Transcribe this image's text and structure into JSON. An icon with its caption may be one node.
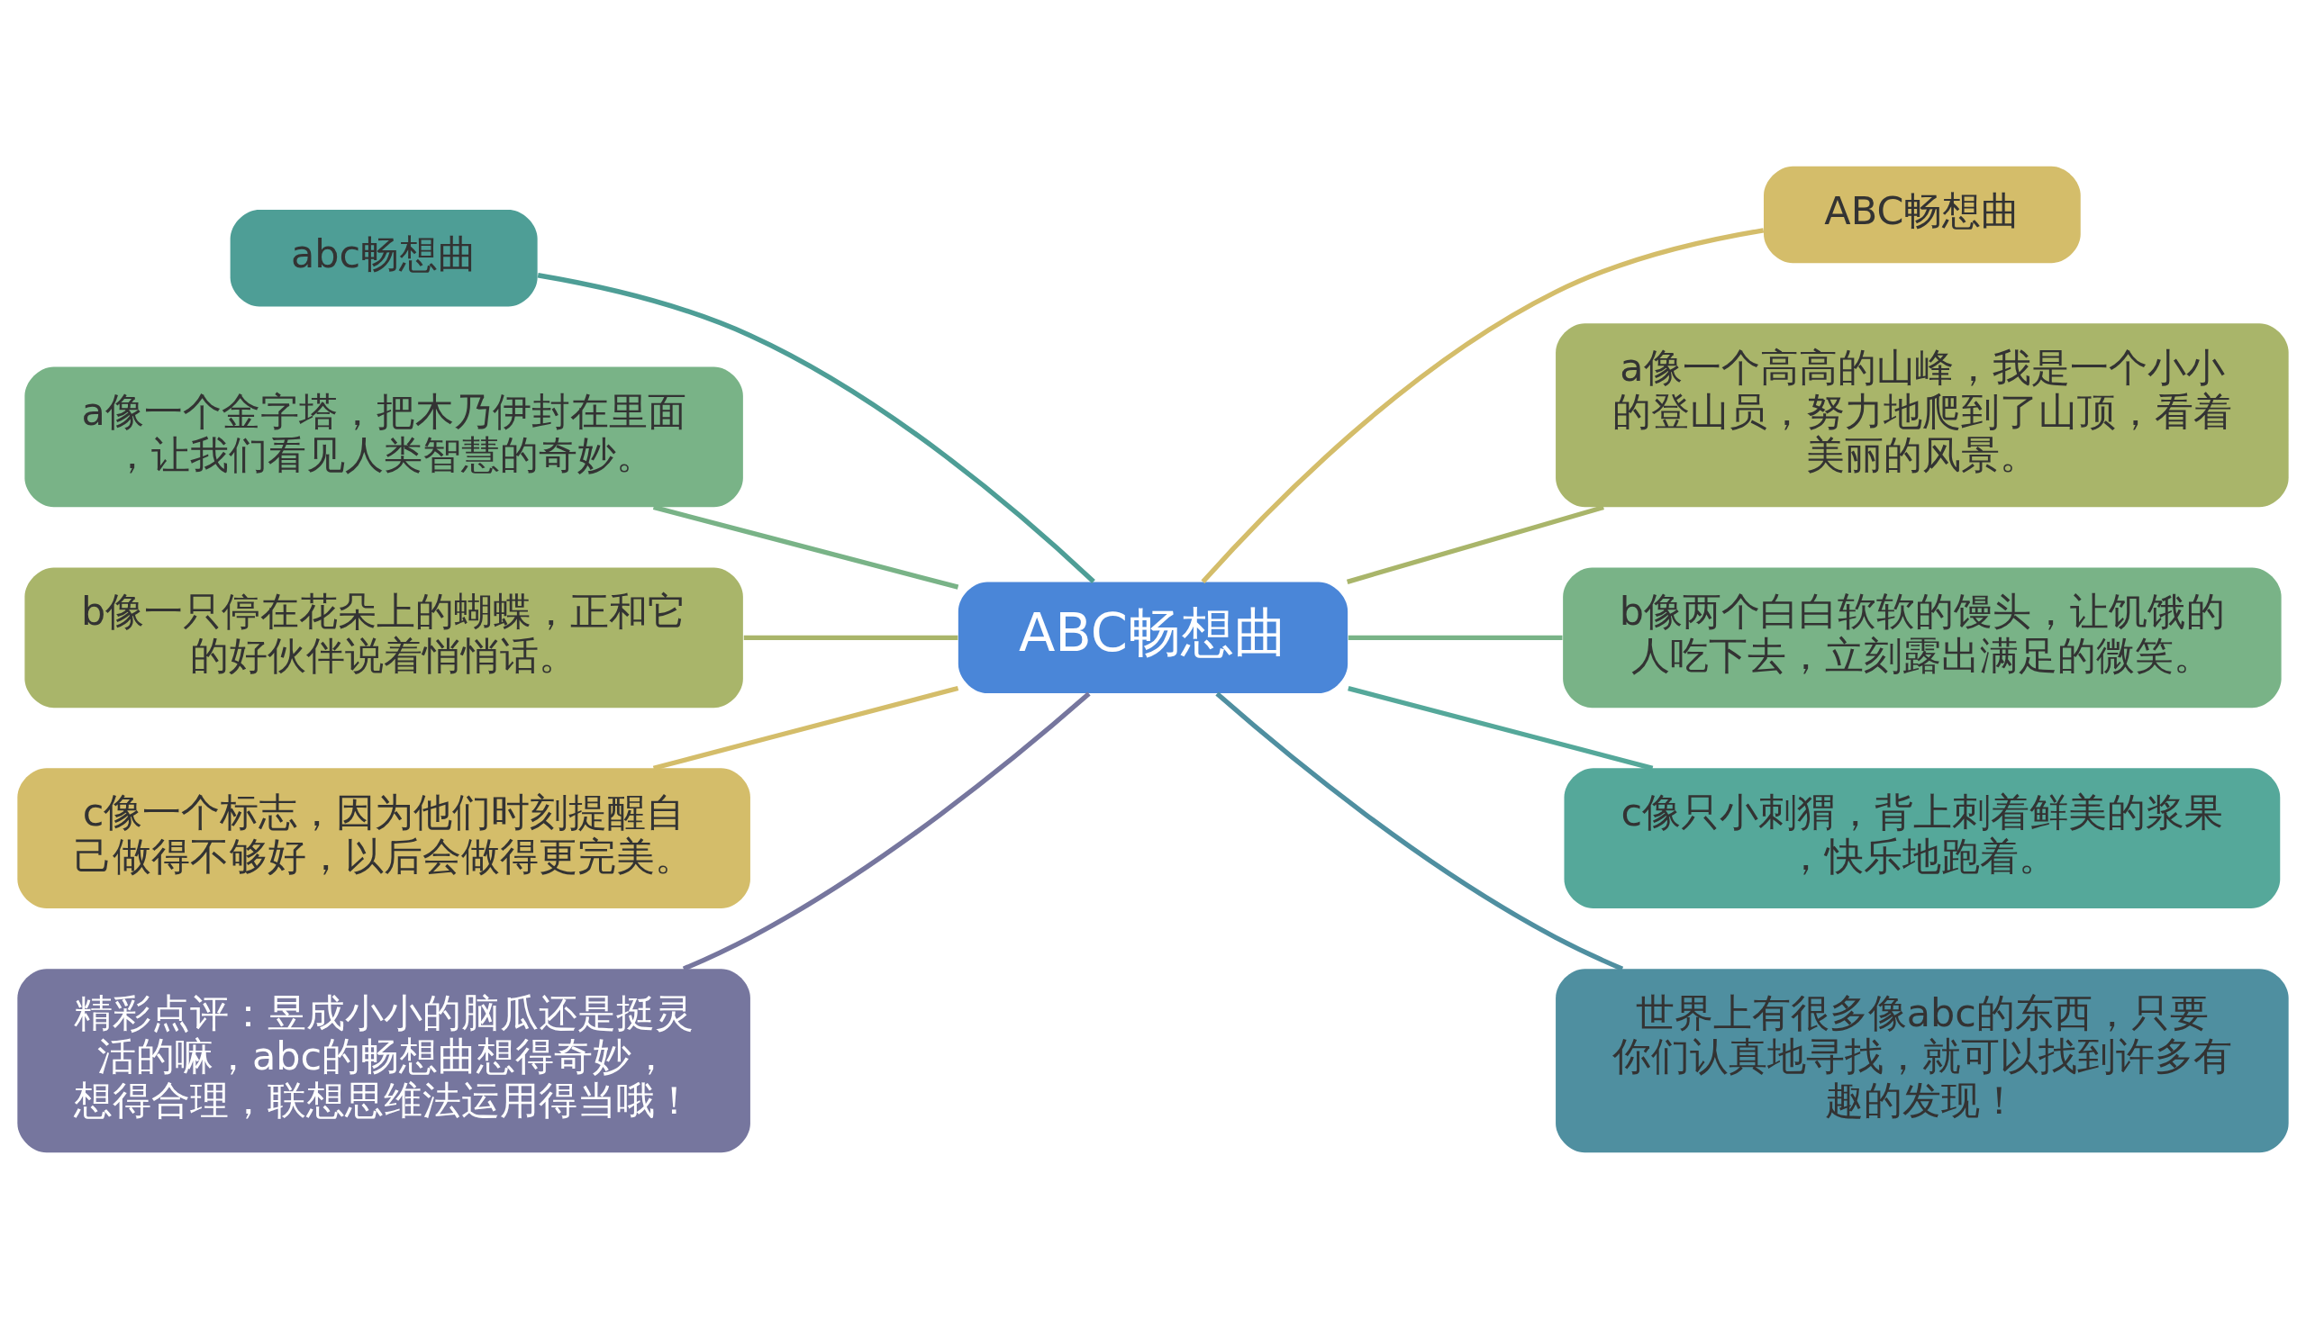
{
  "diagram": {
    "nodes": [
      {
        "text": [
          "ABC畅想曲"
        ]
      },
      {
        "text": [
          "abc畅想曲"
        ]
      },
      {
        "text": [
          "a像一个金字塔，把木乃伊封在里面，让我们看见人类智慧的奇妙。"
        ]
      },
      {
        "text": [
          "b像一只停在花朵上的蝴蝶，正和它的好伙伴说着悄悄话。"
        ]
      },
      {
        "text": [
          "c像一个标志，因为他们时刻提醒自己做得不够好，以后会做得更完美。"
        ]
      },
      {
        "text": [
          "精彩点评：昱成小小的脑瓜还是挺灵活的嘛，abc的畅想曲想得奇妙，想得合理，联想思维法运用得当哦！"
        ]
      },
      {
        "text": [
          "ABC畅想曲"
        ]
      },
      {
        "text": [
          "a像一个高高的山峰，我是一个小小的登山员，努力地爬到了山顶，看着美丽的风景。"
        ]
      },
      {
        "text": [
          "b像两个白白软软的馒头，让饥饿的人吃下去，立刻露出满足的微笑。"
        ]
      },
      {
        "text": [
          "c像只小刺猬，背上刺着鲜美的浆果，快乐地跑着。"
        ]
      },
      {
        "text": [
          "世界上有很多像abc的东西，只要你们认真地寻找，就可以找到许多有趣的发现！"
        ]
      }
    ],
    "edges": [
      {
        "from": 0,
        "to": 1,
        "arrow": "none",
        "color": "#4e9e96"
      },
      {
        "from": 0,
        "to": 2,
        "arrow": "none",
        "color": "#79b387"
      },
      {
        "from": 0,
        "to": 3,
        "arrow": "none",
        "color": "#a9b56a"
      },
      {
        "from": 0,
        "to": 4,
        "arrow": "none",
        "color": "#d4bd6a"
      },
      {
        "from": 0,
        "to": 5,
        "arrow": "none",
        "color": "#76769e"
      },
      {
        "from": 0,
        "to": 6,
        "arrow": "none",
        "color": "#d4bd6a"
      },
      {
        "from": 0,
        "to": 7,
        "arrow": "none",
        "color": "#a9b56a"
      },
      {
        "from": 0,
        "to": 8,
        "arrow": "none",
        "color": "#79b387"
      },
      {
        "from": 0,
        "to": 9,
        "arrow": "none",
        "color": "#55a89a"
      },
      {
        "from": 0,
        "to": 10,
        "arrow": "none",
        "color": "#4f8fa0"
      }
    ]
  }
}
